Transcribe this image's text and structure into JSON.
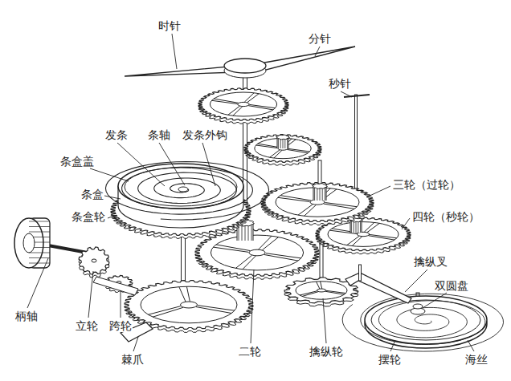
{
  "diagram": {
    "labels": [
      "时针",
      "分针",
      "秒针",
      "发条",
      "条轴",
      "发条外钩",
      "条盒盖",
      "条盒",
      "条盒轮",
      "三轮（过轮）",
      "四轮（秒轮）",
      "擒纵叉",
      "双圆盘",
      "柄轴",
      "立轮",
      "跨轮",
      "棘爪",
      "二轮",
      "擒纵轮",
      "摆轮",
      "海丝"
    ]
  }
}
